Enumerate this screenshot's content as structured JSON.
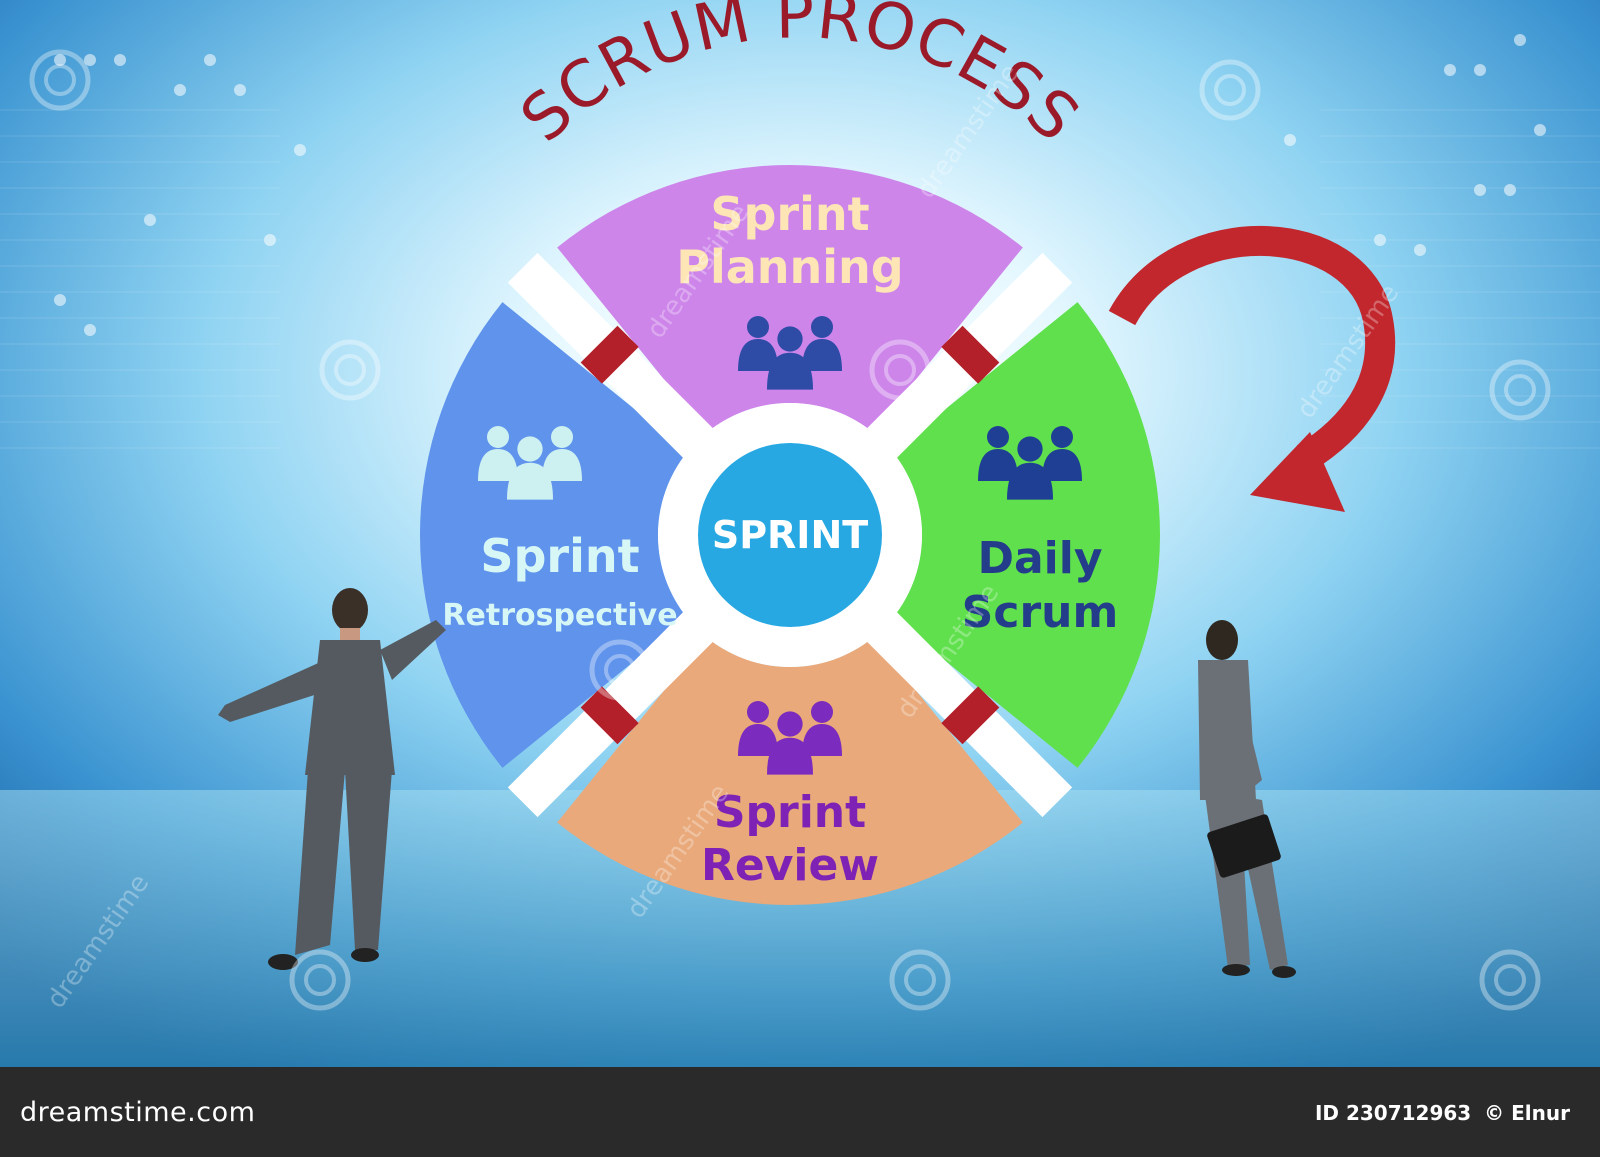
{
  "title": "SCRUM PROCESS",
  "center": {
    "label": "SPRINT"
  },
  "segments": [
    {
      "name": "planning",
      "line1": "Sprint",
      "line2": "Planning",
      "fill": "#cd85ea",
      "text_color": "#fde5b6",
      "icon": "team-icon",
      "icon_color": "#2e4ba6"
    },
    {
      "name": "daily",
      "line1": "Daily",
      "line2": "Scrum",
      "fill": "#5fe04c",
      "text_color": "#243d8a",
      "icon": "team-icon",
      "icon_color": "#1f3f94"
    },
    {
      "name": "review",
      "line1": "Sprint",
      "line2": "Review",
      "fill": "#e9a97a",
      "text_color": "#7d22b4",
      "icon": "team-icon",
      "icon_color": "#7b2bbd"
    },
    {
      "name": "retrospective",
      "line1": "Sprint",
      "line2": "Retrospective",
      "fill": "#5f93ec",
      "text_color": "#d7f7f7",
      "icon": "team-icon",
      "icon_color": "#cdf1f1"
    }
  ],
  "colors": {
    "title": "#9b1a2a",
    "center_fill": "#27a8e3",
    "connector": "#b3202a",
    "arrow": "#c1272d"
  },
  "watermark": {
    "brand": "dreamstime"
  },
  "footer": {
    "logo": "dreamstime.com",
    "image_id": "ID 230712963",
    "copyright": "© Elnur"
  }
}
